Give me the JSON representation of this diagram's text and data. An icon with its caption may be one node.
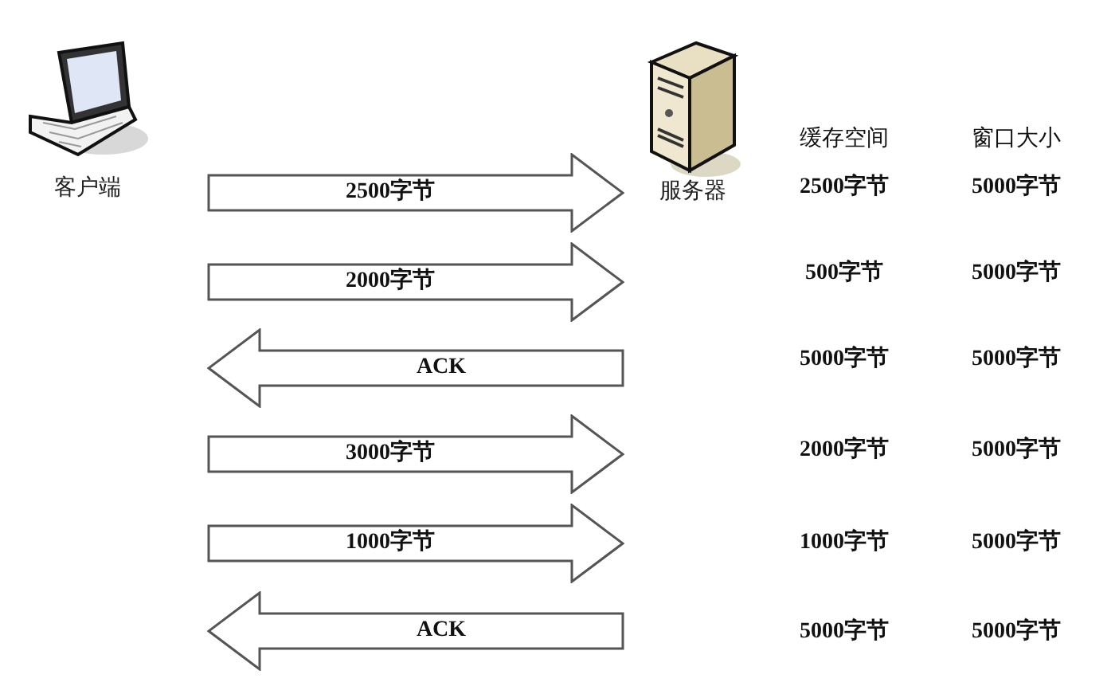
{
  "diagram": {
    "nodes": [
      {
        "text": [
          "客户端"
        ]
      },
      {
        "text": [
          "服务器"
        ]
      },
      {
        "text": [
          "2500字节"
        ]
      },
      {
        "text": [
          "2000字节"
        ]
      },
      {
        "text": [
          "ACK"
        ]
      },
      {
        "text": [
          "3000字节"
        ]
      },
      {
        "text": [
          "1000字节"
        ]
      },
      {
        "text": [
          "ACK"
        ]
      }
    ],
    "labels": [
      "缓存空间",
      "窗口大小",
      "2500字节",
      "5000字节",
      "500字节",
      "5000字节",
      "5000字节",
      "5000字节",
      "2000字节",
      "5000字节",
      "1000字节",
      "5000字节",
      "5000字节",
      "5000字节"
    ]
  }
}
